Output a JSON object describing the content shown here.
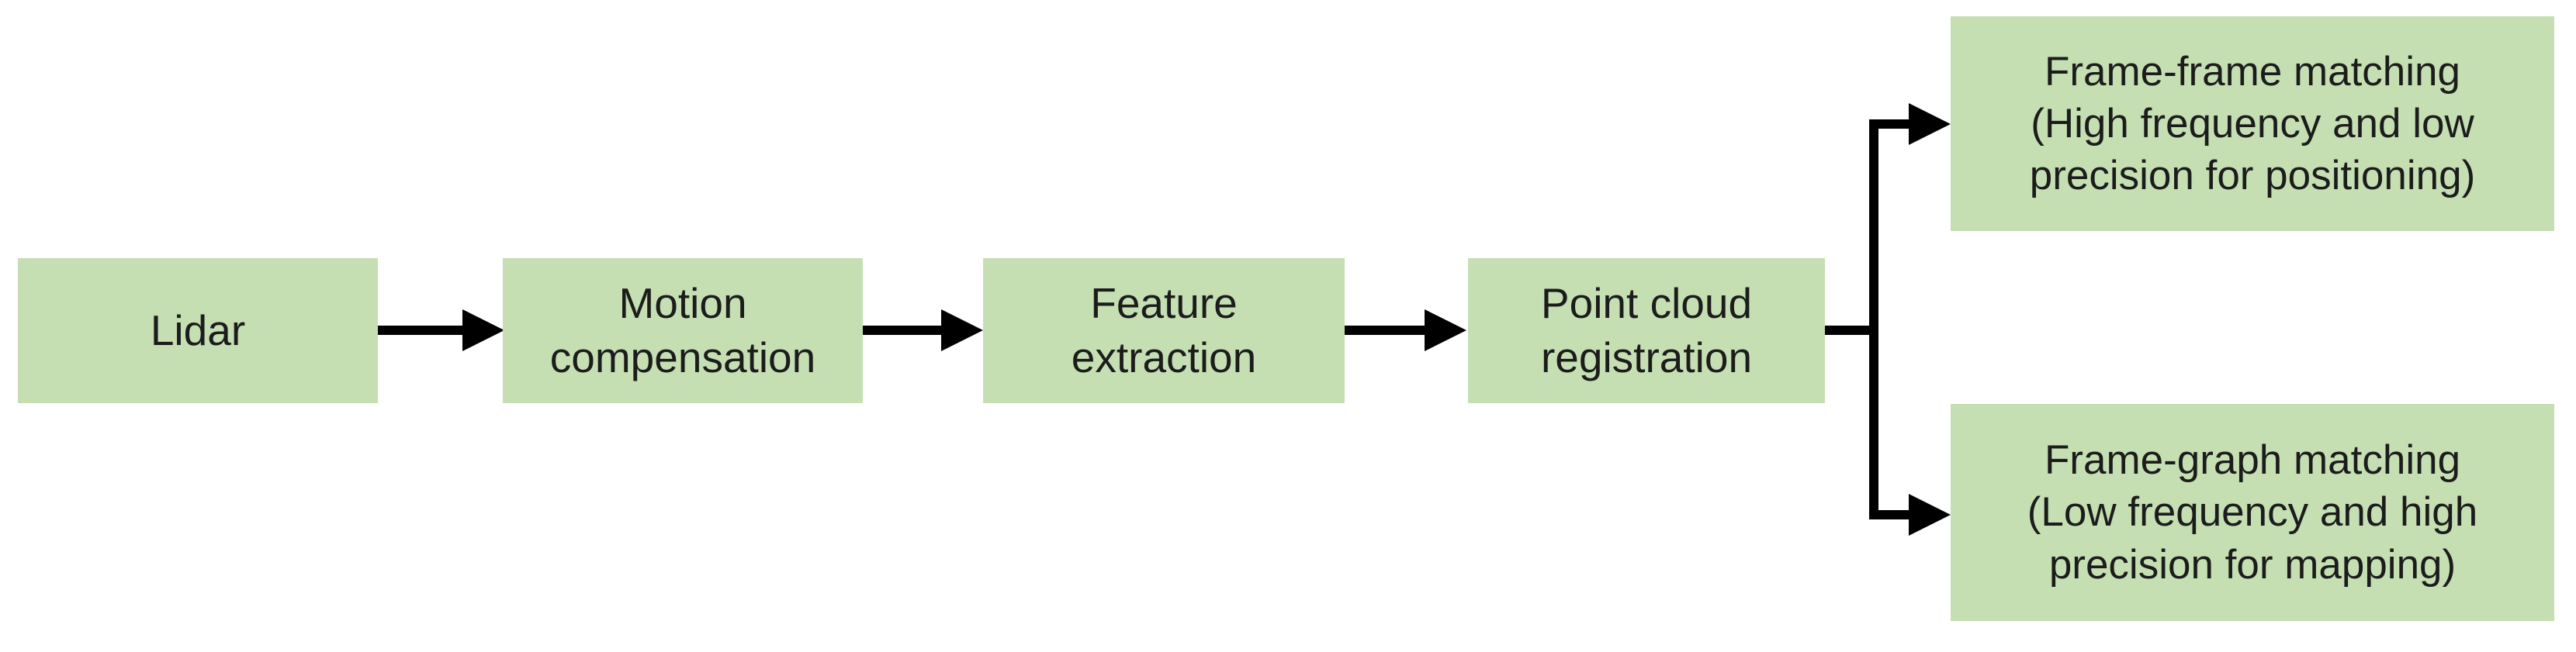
{
  "diagram": {
    "title": "Lidar SLAM processing pipeline flowchart",
    "colors": {
      "node_fill": "#c5dfb3",
      "text_color": "#1c1c1c",
      "line_color": "#000000",
      "background": "#ffffff"
    },
    "nodes": [
      {
        "id": "lidar",
        "label": "Lidar"
      },
      {
        "id": "motion-compensation",
        "label": "Motion\ncompensation"
      },
      {
        "id": "feature-extraction",
        "label": "Feature\nextraction"
      },
      {
        "id": "point-cloud-registration",
        "label": "Point cloud\nregistration"
      },
      {
        "id": "frame-frame-matching",
        "label": "Frame-frame matching\n(High frequency and low\nprecision for positioning)"
      },
      {
        "id": "frame-graph-matching",
        "label": "Frame-graph matching\n(Low frequency and high\nprecision for mapping)"
      }
    ],
    "edges": [
      {
        "from": "lidar",
        "to": "motion-compensation"
      },
      {
        "from": "motion-compensation",
        "to": "feature-extraction"
      },
      {
        "from": "feature-extraction",
        "to": "point-cloud-registration"
      },
      {
        "from": "point-cloud-registration",
        "to": "frame-frame-matching"
      },
      {
        "from": "point-cloud-registration",
        "to": "frame-graph-matching"
      }
    ]
  }
}
